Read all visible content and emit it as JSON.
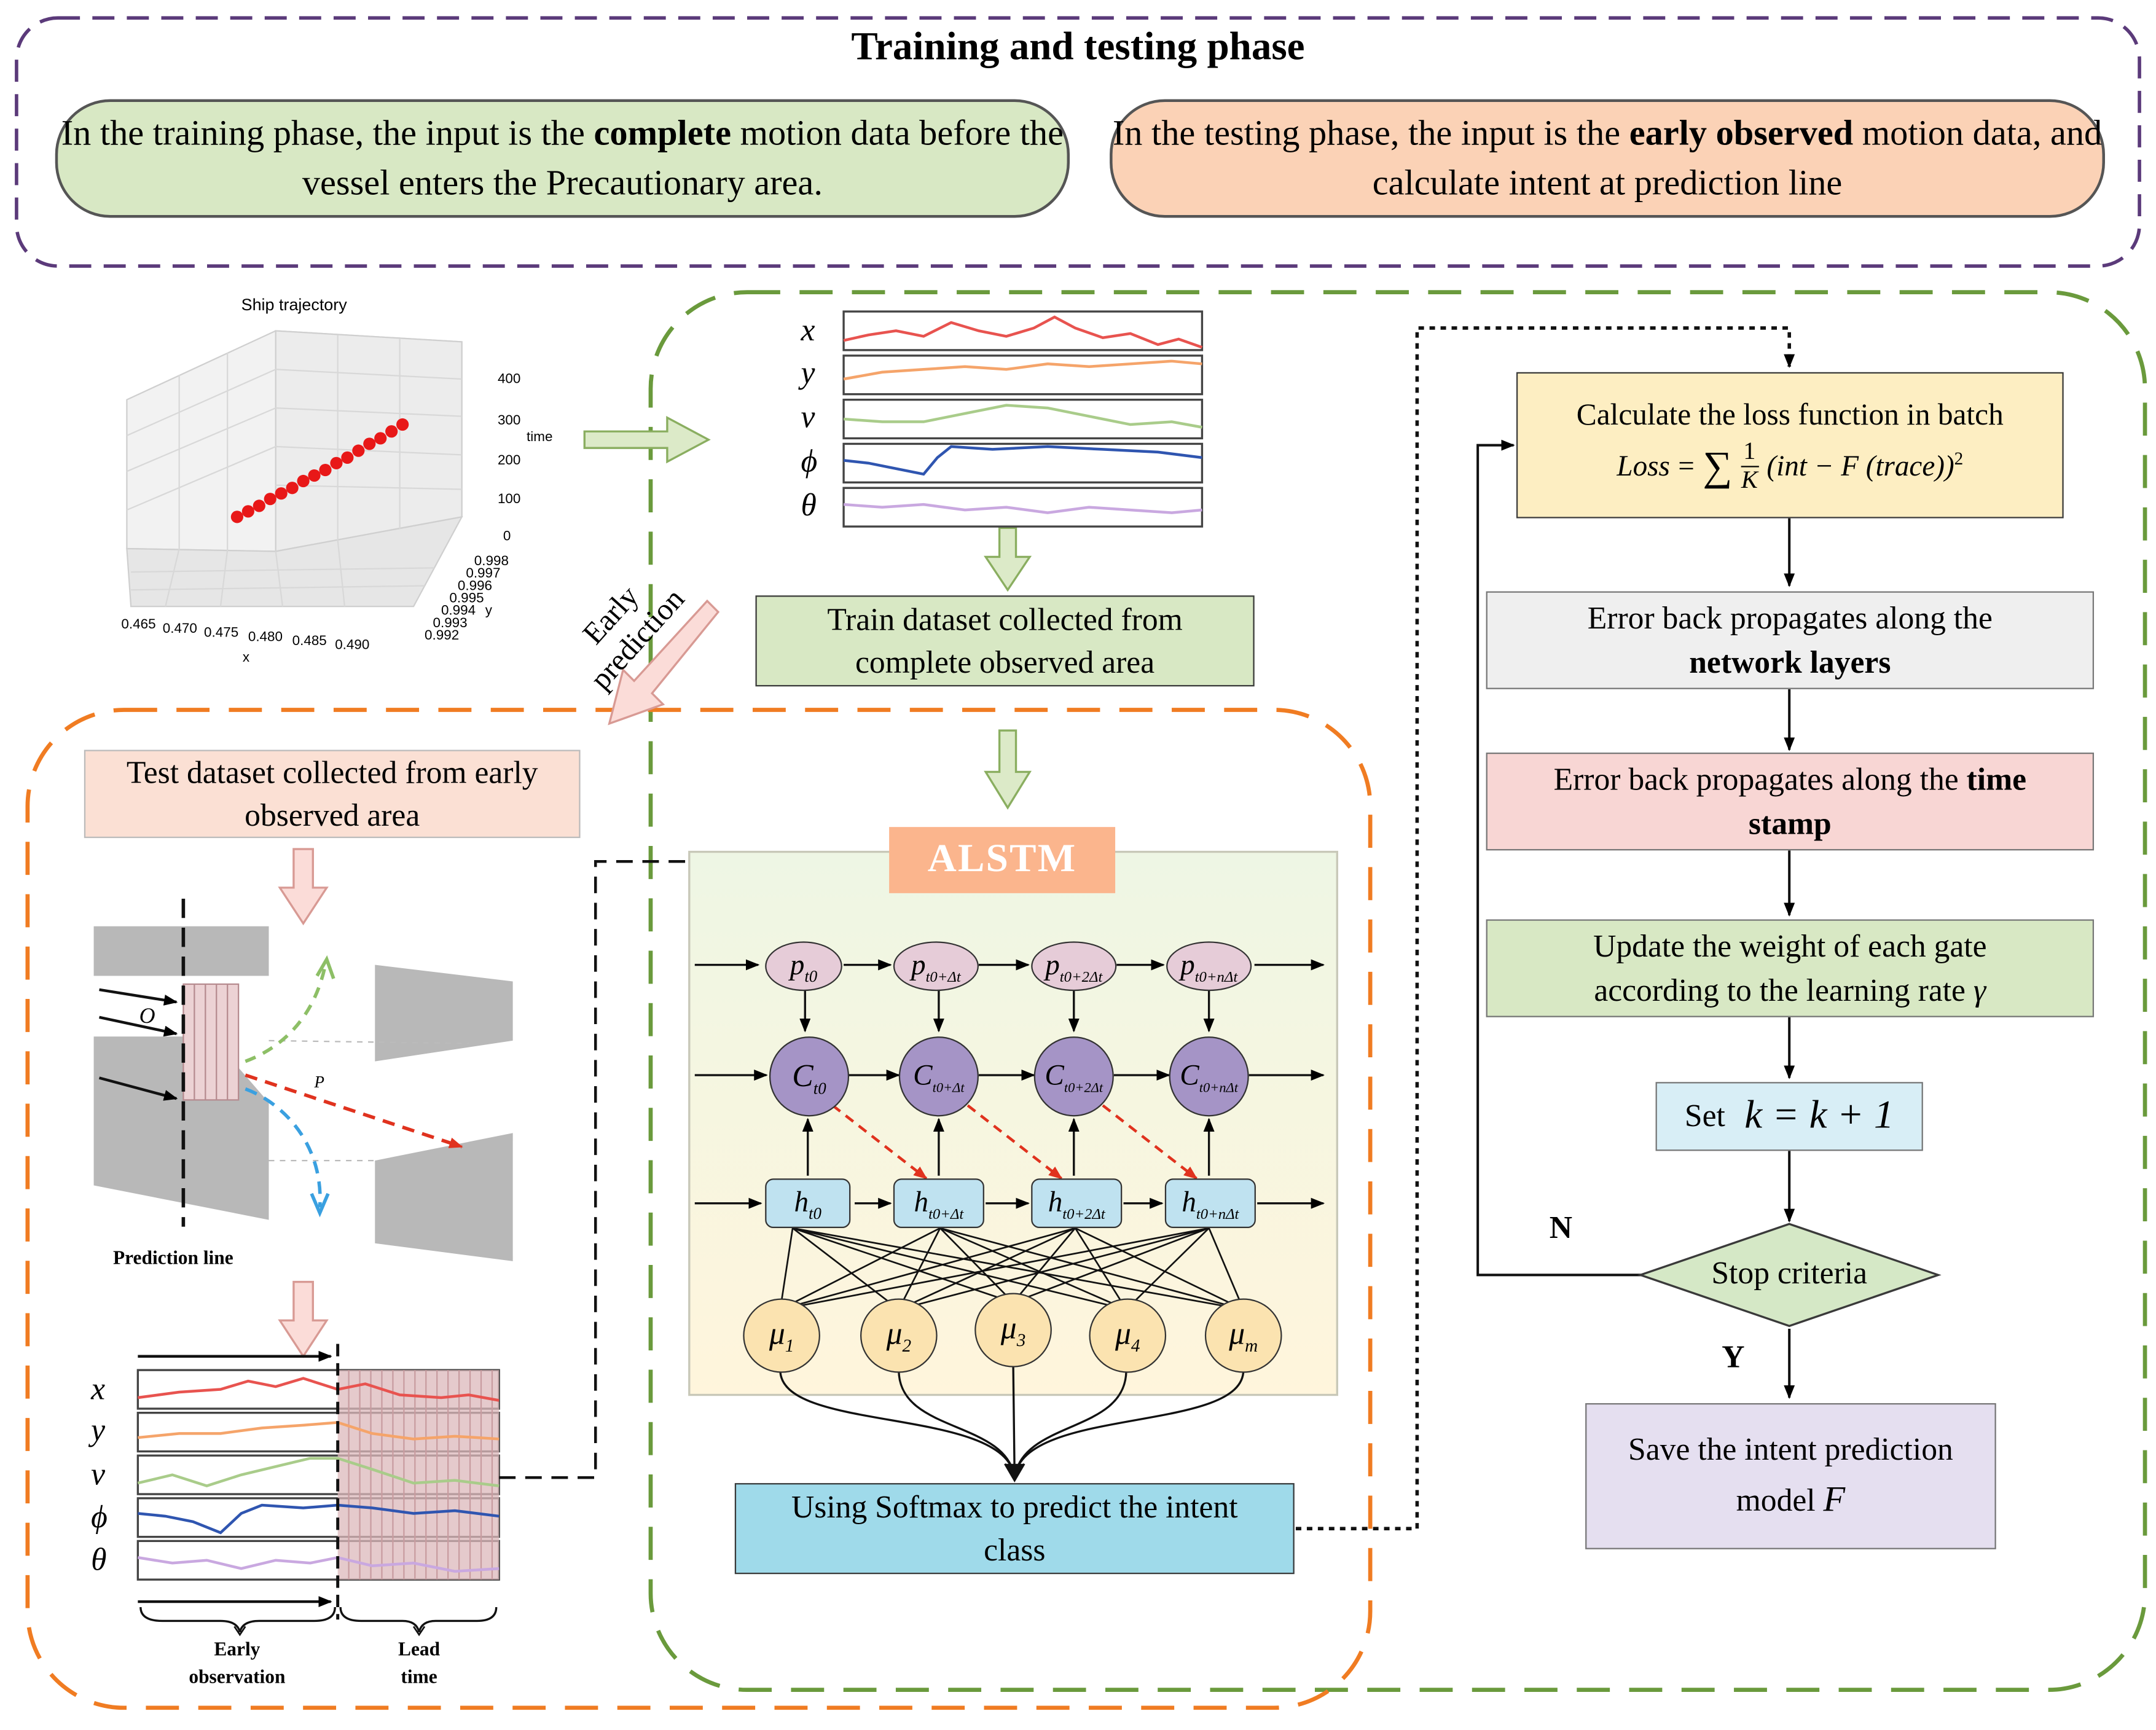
{
  "phase": {
    "title": "Training and testing phase",
    "train_pre": "In the training phase,  the input is the ",
    "train_bold": "complete",
    "train_post": " motion data before the vessel enters the Precautionary area.",
    "test_pre": "In the testing phase,  the input is the ",
    "test_bold": "early observed",
    "test_post": " motion data, and  calculate intent at prediction line"
  },
  "plot3d": {
    "title": "Ship trajectory",
    "x_label": "x",
    "y_label": "y",
    "z_label": "time",
    "x_ticks": [
      "0.465",
      "0.470",
      "0.475",
      "0.480",
      "0.485",
      "0.490"
    ],
    "y_ticks": [
      "0.998",
      "0.997",
      "0.996",
      "0.995",
      "0.994",
      "0.993",
      "0.992"
    ],
    "z_ticks": [
      "400",
      "300",
      "200",
      "100",
      "0"
    ]
  },
  "signals": [
    "x",
    "y",
    "v",
    "ϕ",
    "θ"
  ],
  "signal_colors": [
    "#e8534f",
    "#f5a46a",
    "#a9cc8a",
    "#2f55b0",
    "#c9a8e0"
  ],
  "early_prediction": {
    "line1": "Early",
    "line2": "prediction"
  },
  "train_dataset": {
    "line1": "Train dataset collected from",
    "line2": "complete observed area"
  },
  "test_dataset": {
    "line1": "Test dataset collected from early",
    "line2": "observed area"
  },
  "prediction_line": "Prediction line",
  "labels_OP": {
    "o": "O",
    "p": "P"
  },
  "early_observation": {
    "line1": "Early",
    "line2": "observation"
  },
  "lead_time": {
    "line1": "Lead",
    "line2": "time"
  },
  "alstm": {
    "title": "ALSTM",
    "p": [
      {
        "base": "p",
        "sub": "t0"
      },
      {
        "base": "p",
        "sub": "t0+Δt"
      },
      {
        "base": "p",
        "sub": "t0+2Δt"
      },
      {
        "base": "p",
        "sub": "t0+nΔt"
      }
    ],
    "c": [
      {
        "base": "C",
        "sub": "t0"
      },
      {
        "base": "C",
        "sub": "t0+Δt"
      },
      {
        "base": "C",
        "sub": "t0+2Δt"
      },
      {
        "base": "C",
        "sub": "t0+nΔt"
      }
    ],
    "h": [
      {
        "base": "h",
        "sub": "t0"
      },
      {
        "base": "h",
        "sub": "t0+Δt"
      },
      {
        "base": "h",
        "sub": "t0+2Δt"
      },
      {
        "base": "h",
        "sub": "t0+nΔt"
      }
    ],
    "mu": [
      {
        "base": "μ",
        "sub": "1"
      },
      {
        "base": "μ",
        "sub": "2"
      },
      {
        "base": "μ",
        "sub": "3"
      },
      {
        "base": "μ",
        "sub": "4"
      },
      {
        "base": "μ",
        "sub": "m"
      }
    ]
  },
  "softmax": {
    "line1": "Using Softmax to predict the intent",
    "line2": "class"
  },
  "flow": {
    "loss_title": "Calculate the loss function in batch",
    "loss_lhs": "Loss",
    "loss_eq": "=",
    "loss_sum": "∑",
    "loss_num": "1",
    "loss_den": "K",
    "loss_rhs": "(int − F (trace))",
    "loss_pow": "2",
    "err1_pre": "Error  back propagates along the",
    "err1_bold": "network layers",
    "err2_pre": "Error  back propagates along the ",
    "err2_bold1": "time",
    "err2_bold2": "stamp",
    "upd1": "Update the weight of each gate",
    "upd2": "according to the learning rate ",
    "upd_sym": "γ",
    "set_pre": "Set",
    "set_eq": "k = k + 1",
    "stop": "Stop criteria",
    "n": "N",
    "y": "Y",
    "save1": "Save the intent prediction",
    "save2": "model ",
    "save_sym": "F"
  }
}
